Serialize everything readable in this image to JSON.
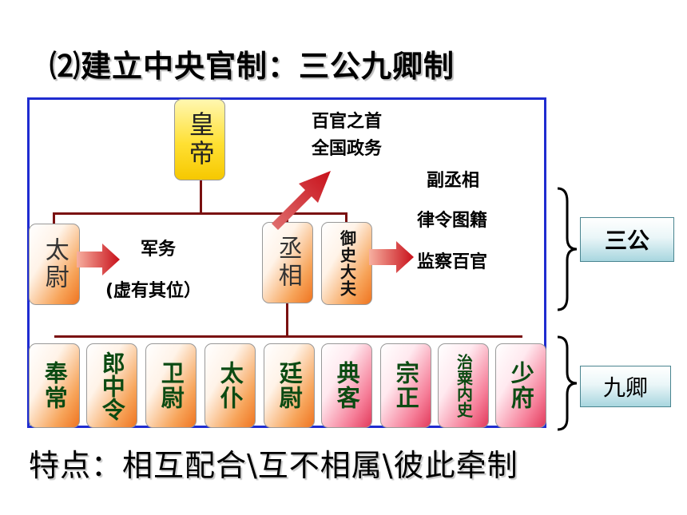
{
  "title": "⑵建立中央官制：三公九卿制",
  "emperor": "皇帝",
  "sangong": {
    "taiwei": "太尉",
    "chengxiang": "丞相",
    "yushi": "御史大夫"
  },
  "notes": {
    "chengxiang_line1": "百官之首",
    "chengxiang_line2": "全国政务",
    "taiwei_line1": "军务",
    "taiwei_line2": "(虚有其位）",
    "yushi_line1": "副丞相",
    "yushi_line2": "律令图籍",
    "yushi_line3": "监察百官"
  },
  "jiuqing": [
    "奉常",
    "郎中令",
    "卫尉",
    "太仆",
    "廷尉",
    "典客",
    "宗正",
    "治粟内史",
    "少府"
  ],
  "group_labels": {
    "sangong": "三公",
    "jiuqing": "九卿"
  },
  "features": "特点：相互配合\\互不相属\\彼此牵制",
  "colors": {
    "frame": "#1f2cd0",
    "connector": "#7a1010",
    "jiuqing_text": "#0b4a12",
    "arrow": "#c8101a"
  }
}
